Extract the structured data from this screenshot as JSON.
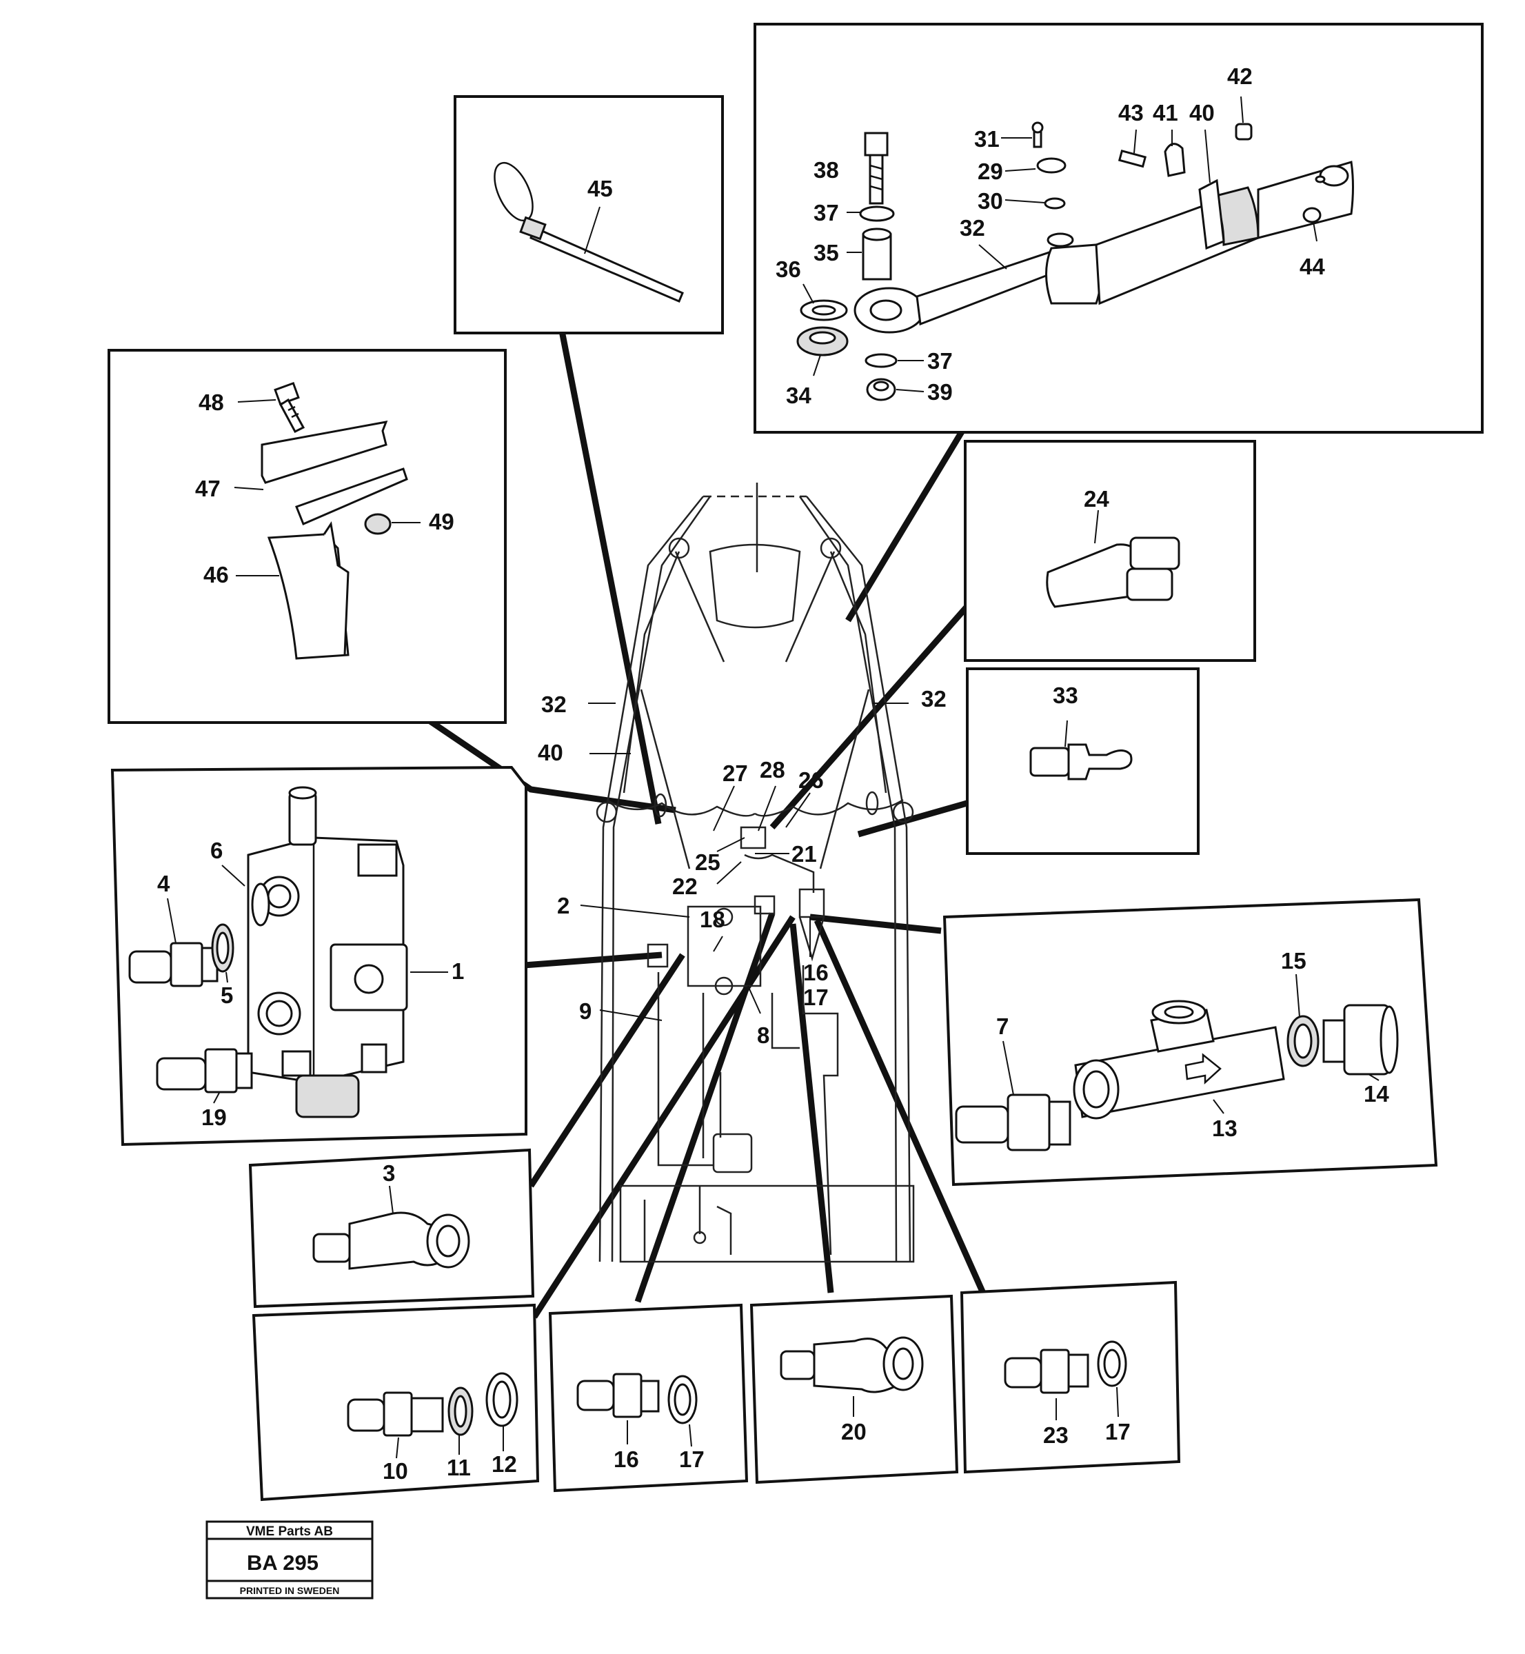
{
  "callouts": {
    "c1": "1",
    "c2": "2",
    "c3": "3",
    "c4": "4",
    "c5": "5",
    "c6": "6",
    "c7": "7",
    "c8": "8",
    "c9": "9",
    "c10": "10",
    "c11": "11",
    "c12": "12",
    "c13": "13",
    "c14": "14",
    "c15": "15",
    "c16a": "16",
    "c16b": "16",
    "c17a": "17",
    "c17b": "17",
    "c17c": "17",
    "c18": "18",
    "c19": "19",
    "c20": "20",
    "c21": "21",
    "c22": "22",
    "c23": "23",
    "c24": "24",
    "c25": "25",
    "c26": "26",
    "c27": "27",
    "c28": "28",
    "c29": "29",
    "c30": "30",
    "c31": "31",
    "c32a": "32",
    "c32b": "32",
    "c32c": "32",
    "c33": "33",
    "c34": "34",
    "c35": "35",
    "c36": "36",
    "c37a": "37",
    "c37b": "37",
    "c38": "38",
    "c39": "39",
    "c40a": "40",
    "c40b": "40",
    "c41": "41",
    "c42": "42",
    "c43": "43",
    "c44": "44",
    "c45": "45",
    "c46": "46",
    "c47": "47",
    "c48": "48",
    "c49": "49"
  },
  "stamp": {
    "company": "VME Parts AB",
    "code": "BA 295",
    "printed": "PRINTED IN SWEDEN"
  }
}
